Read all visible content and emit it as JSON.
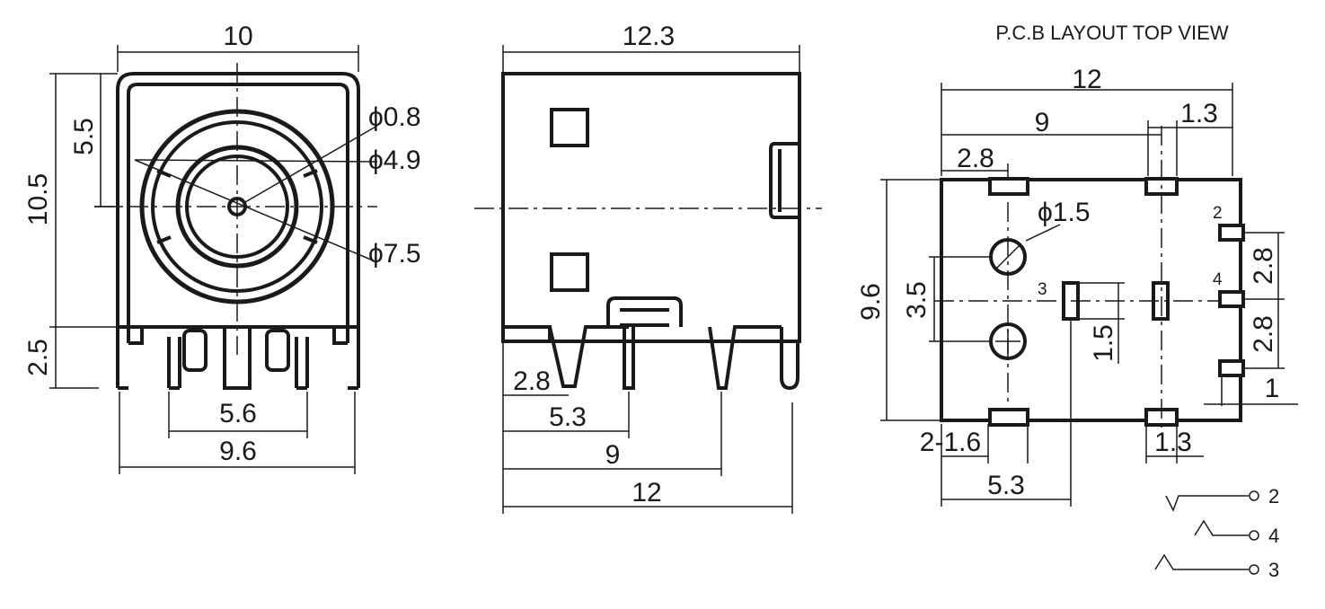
{
  "front_view": {
    "width": "10",
    "height_total": "10.5",
    "height_center": "5.5",
    "pin_height": "2.5",
    "phi_small": "ϕ0.8",
    "phi_mid": "ϕ4.9",
    "phi_large": "ϕ7.5",
    "pin_span_inner": "5.6",
    "pin_span_outer": "9.6"
  },
  "side_view": {
    "length": "12.3",
    "d1": "2.8",
    "d2": "5.3",
    "d3": "9",
    "d4": "12"
  },
  "pcb_layout": {
    "title": "P.C.B LAYOUT TOP VIEW",
    "width": "12",
    "d9": "9",
    "d13_top": "1.3",
    "d28_top": "2.8",
    "hole_dia": "ϕ1.5",
    "height": "9.6",
    "d35": "3.5",
    "d15": "1.5",
    "pin2_label": "2",
    "pin3_label": "3",
    "pin4_label": "4",
    "d28_right_a": "2.8",
    "d28_right_b": "2.8",
    "d1_right": "1",
    "pad_note": "2-1.6",
    "d53": "5.3",
    "d13_bottom": "1.3"
  },
  "schematic": {
    "pins": [
      "2",
      "4",
      "3"
    ]
  }
}
